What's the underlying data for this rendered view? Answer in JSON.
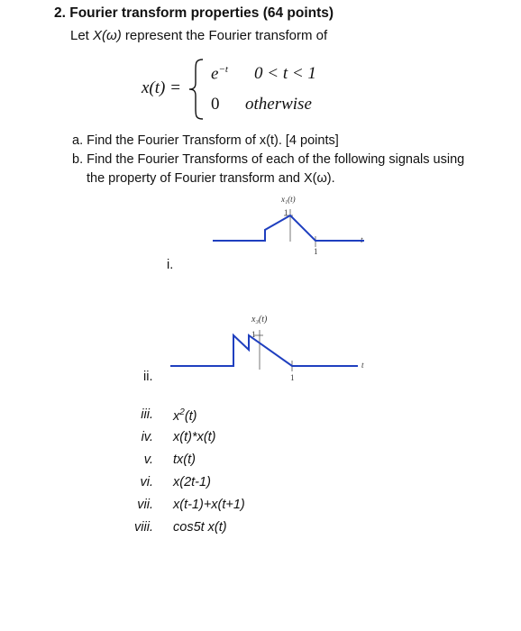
{
  "problem": {
    "title": "2. Fourier transform properties (64 points)",
    "intro_prefix": "Let ",
    "intro_symbol": "X(ω)",
    "intro_suffix": " represent the Fourier transform of"
  },
  "equation": {
    "lhs": "x(t) =",
    "case1_base": "e",
    "case1_exp": "−t",
    "case1_condition": "0 < t < 1",
    "case2_value": "0",
    "case2_condition": "otherwise"
  },
  "parts": {
    "a": "a.  Find the Fourier Transform of x(t). [4 points]",
    "b_line1": "b.  Find the Fourier Transforms of each of the following signals using",
    "b_line2": "the property of Fourier transform and  X(ω)."
  },
  "graph1": {
    "title": "x₁(t)",
    "ytick": "1",
    "xtick": "1",
    "axis": "t",
    "roman": "i."
  },
  "graph2": {
    "title": "x₃(t)",
    "ytick": "1",
    "xtick": "1",
    "axis": "t",
    "roman": "ii."
  },
  "signals": [
    {
      "label": "iii.",
      "expr_pre": "x",
      "expr_sup": "2",
      "expr_post": "(t)"
    },
    {
      "label": "iv.",
      "expr": "x(t)*x(t)"
    },
    {
      "label": "v.",
      "expr": "tx(t)"
    },
    {
      "label": "vi.",
      "expr": "x(2t-1)"
    },
    {
      "label": "vii.",
      "expr": "x(t-1)+x(t+1)"
    },
    {
      "label": "viii.",
      "expr": "cos5t x(t)"
    }
  ],
  "colors": {
    "plot": "#1f3fbf",
    "axis": "#1f3fbf"
  }
}
